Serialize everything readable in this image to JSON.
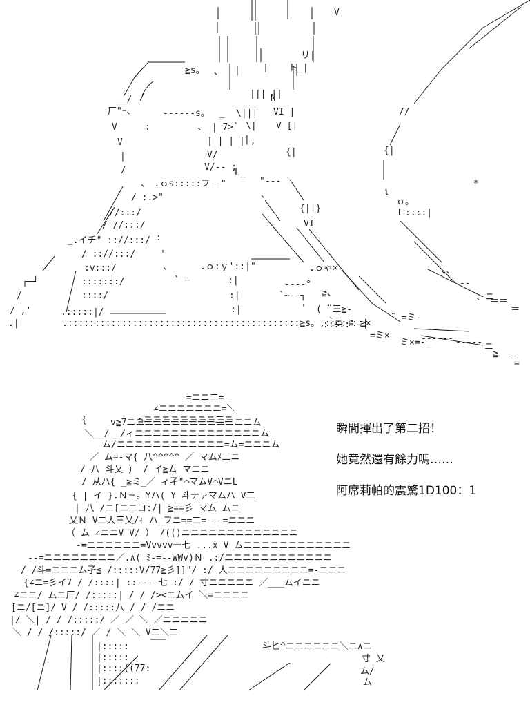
{
  "caption": {
    "lines": [
      "瞬間揮出了第二招！",
      "她竟然還有餘力嗎……",
      "阿席莉帕的震驚1D100：1"
    ]
  },
  "art": {
    "top_scene": "ascii-art-sword-slash-panel",
    "bottom_scene": "ascii-art-character-closeup-panel"
  }
}
